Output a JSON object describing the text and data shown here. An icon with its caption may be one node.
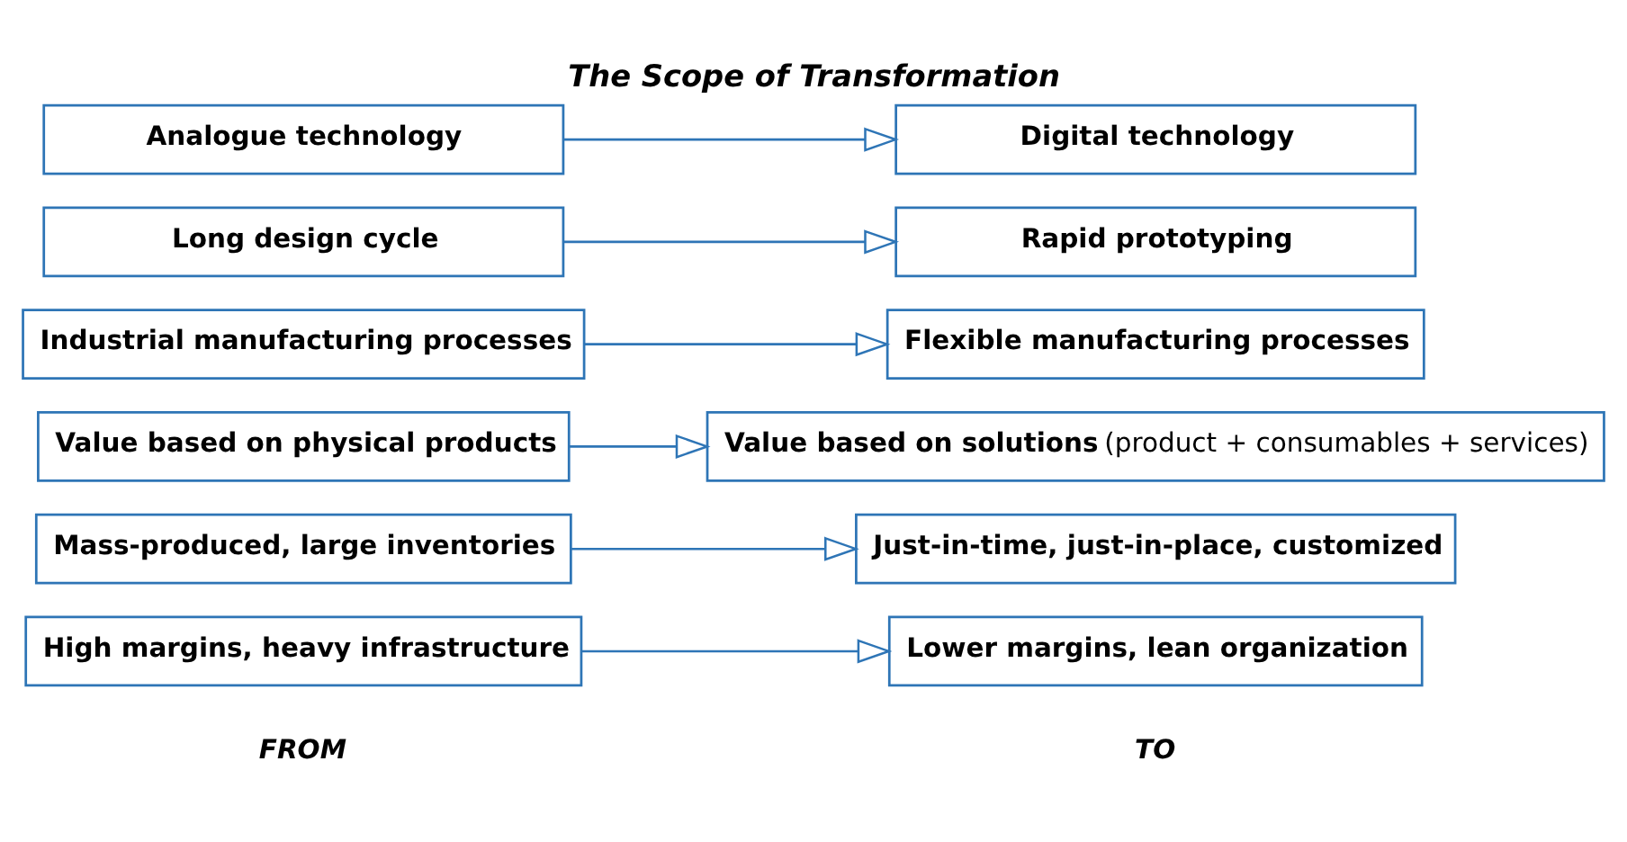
{
  "diagram": {
    "title": "The Scope of Transformation",
    "nodes": [
      {
        "text": [
          "Analogue technology"
        ]
      },
      {
        "text": [
          "Digital technology"
        ]
      },
      {
        "text": [
          "Long design cycle"
        ]
      },
      {
        "text": [
          "Rapid prototyping"
        ]
      },
      {
        "text": [
          "Industrial manufacturing processes"
        ]
      },
      {
        "text": [
          "Flexible manufacturing processes"
        ]
      },
      {
        "text": [
          "Value based on physical products"
        ]
      },
      {
        "text": [
          "**Value based on solutions** (product + consumables + services)"
        ]
      },
      {
        "text": [
          "Mass-produced, large inventories"
        ]
      },
      {
        "text": [
          "Just-in-time, just-in-place, customized"
        ]
      },
      {
        "text": [
          "High margins, heavy infrastructure"
        ]
      },
      {
        "text": [
          "Lower margins, lean organization"
        ]
      }
    ],
    "edges": [
      {
        "from": 0,
        "to": 1,
        "arrow": "to"
      },
      {
        "from": 2,
        "to": 3,
        "arrow": "to"
      },
      {
        "from": 4,
        "to": 5,
        "arrow": "to"
      },
      {
        "from": 6,
        "to": 7,
        "arrow": "to"
      },
      {
        "from": 8,
        "to": 9,
        "arrow": "to"
      },
      {
        "from": 10,
        "to": 11,
        "arrow": "to"
      }
    ],
    "labels": [
      "FROM",
      "TO"
    ]
  }
}
